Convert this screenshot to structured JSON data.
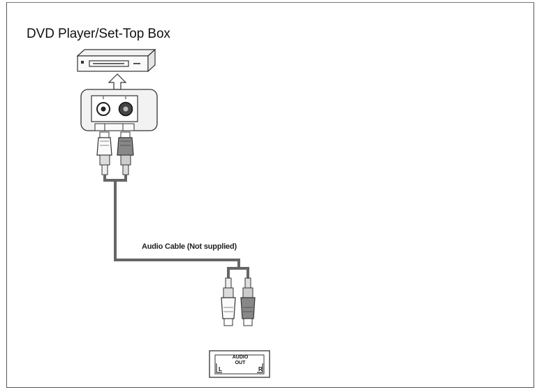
{
  "title": "DVD Player/Set-Top Box",
  "cable_label": "Audio Cable (Not supplied)",
  "audio_out_panel": {
    "heading": "AUDIO",
    "sub": "OUT",
    "left": "L",
    "right": "R"
  },
  "icons": [
    "dvd-player-icon",
    "up-arrow-icon",
    "rca-jack-panel-icon",
    "rca-plug-icon",
    "audio-out-panel-icon"
  ]
}
